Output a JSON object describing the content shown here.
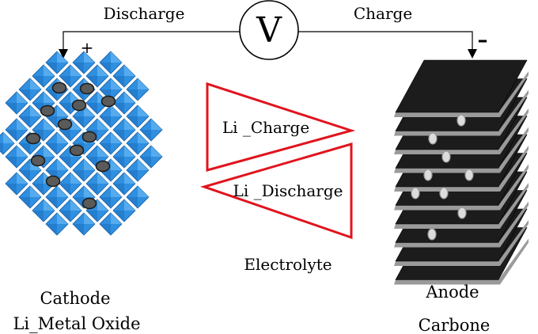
{
  "circuit": {
    "discharge_label": "Discharge",
    "charge_label": "Charge",
    "voltmeter_symbol": "V",
    "plus_sign": "+",
    "minus_sign": "–"
  },
  "electrolyte": {
    "charge_arrow_label": "Li _Charge",
    "discharge_arrow_label": "Li _Discharge",
    "label": "Electrolyte"
  },
  "cathode": {
    "line1": "Cathode",
    "line2": "Li_Metal Oxide"
  },
  "anode": {
    "line1": "Anode",
    "line2": "Carbone"
  },
  "colors": {
    "crystal_blue": "#2f8fe0",
    "crystal_edge": "#1a5fa3",
    "ion_gray": "#5a5a5a",
    "arrow_red": "#e0141e",
    "sheet_black": "#1c1c1c"
  }
}
